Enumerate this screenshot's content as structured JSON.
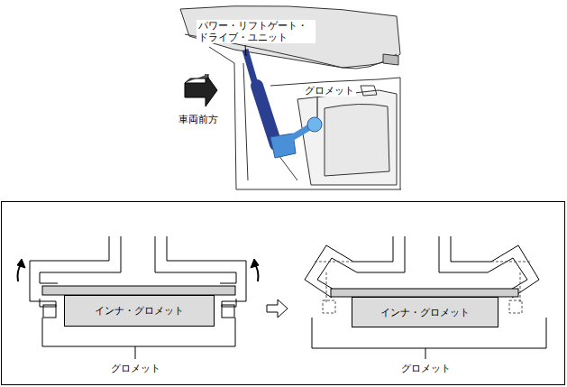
{
  "diagram": {
    "nodes": [
      {
        "text": [
          "インナ・グロメット"
        ]
      },
      {
        "text": [
          "インナ・グロメット"
        ]
      }
    ],
    "labels": [
      "パワー・リフトゲート・ドライブ・ユニット",
      "グロメット",
      "車両前方",
      "グロメット",
      "グロメット"
    ]
  }
}
